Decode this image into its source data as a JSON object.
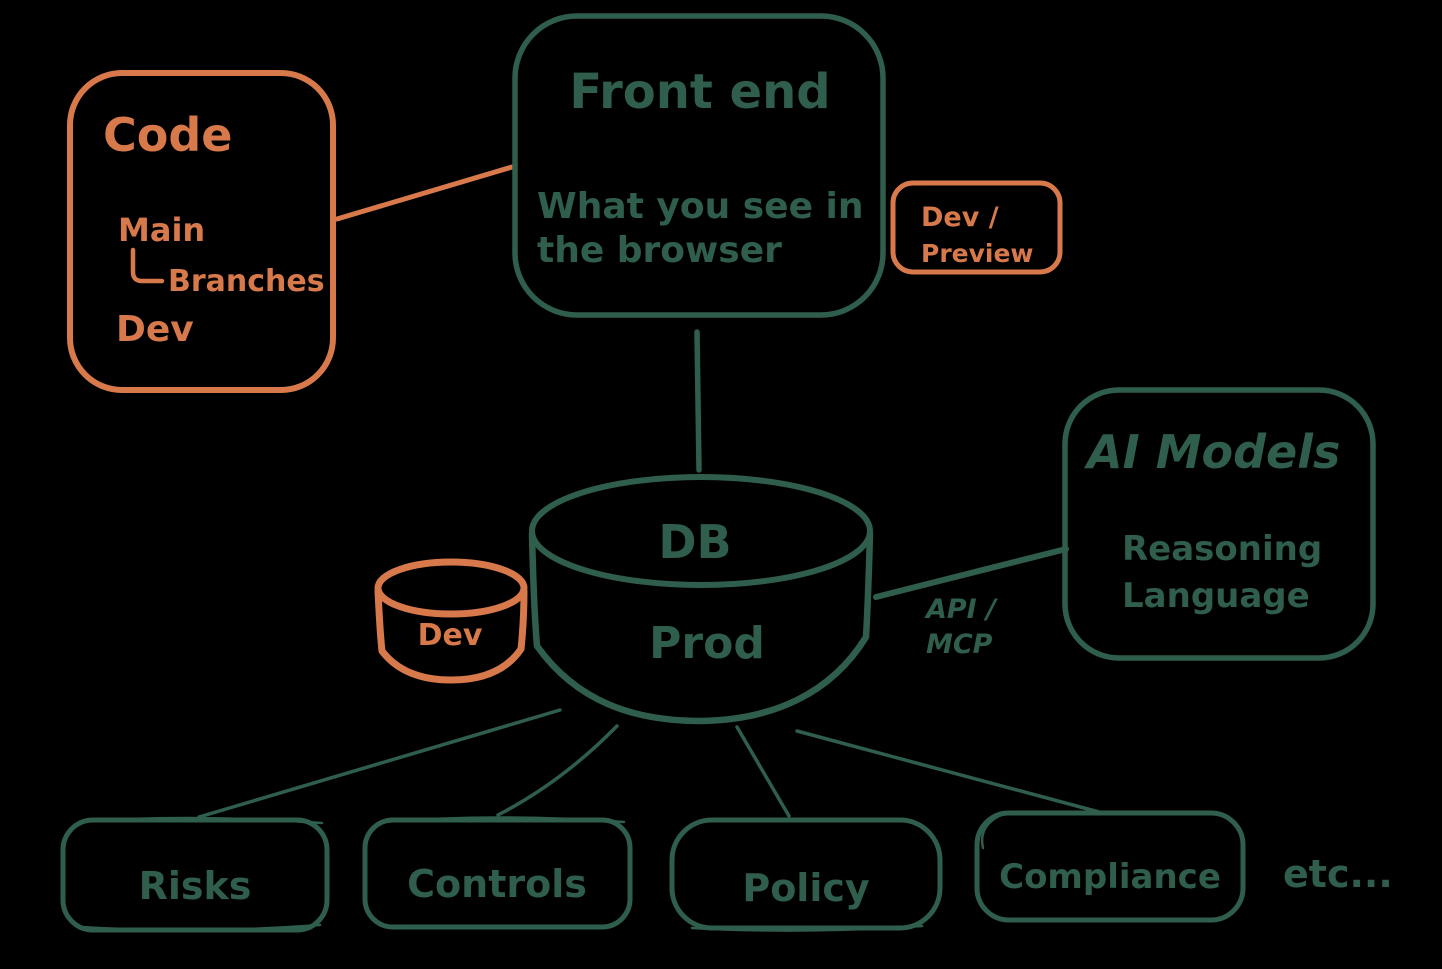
{
  "diagram": {
    "colors": {
      "background": "#000000",
      "green": "#2f5e4c",
      "orange": "#d7794a"
    },
    "nodes": {
      "code": {
        "title": "Code",
        "main": "Main",
        "branches": "Branches",
        "dev": "Dev"
      },
      "front_end": {
        "title": "Front end",
        "desc_line1": "What you see in",
        "desc_line2": "the browser"
      },
      "dev_preview": {
        "line1": "Dev /",
        "line2": "Preview"
      },
      "ai_models": {
        "title": "AI Models",
        "line1": "Reasoning",
        "line2": "Language"
      },
      "db": {
        "title": "DB",
        "subtitle": "Prod"
      },
      "db_dev": {
        "label": "Dev"
      },
      "etc": {
        "label": "etc..."
      }
    },
    "bottom_row": [
      "Risks",
      "Controls",
      "Policy",
      "Compliance"
    ],
    "edge_labels": {
      "api_line1": "API /",
      "api_line2": "MCP"
    }
  }
}
